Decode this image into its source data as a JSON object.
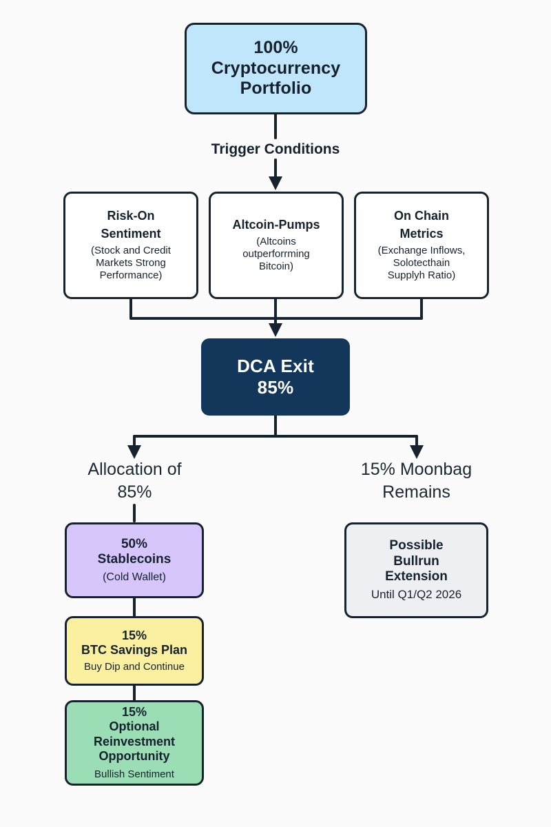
{
  "diagram": {
    "title": "Cryptocurrency Portfolio Exit Strategy Flowchart",
    "background_color": "#fbfbfc",
    "line_color": "#16222e",
    "nodes": {
      "portfolio": {
        "title": "100%\nCryptocurrency\nPortfolio",
        "line1": "100%",
        "line2": "Cryptocurrency",
        "line3": "Portfolio",
        "fill": "#bfe6fb"
      },
      "risk_on": {
        "title_line1": "Risk-On",
        "title_line2": "Sentiment",
        "sub_line1": "(Stock and Credit",
        "sub_line2": "Markets Strong",
        "sub_line3": "Performance)",
        "fill": "#ffffff"
      },
      "altcoin_pumps": {
        "title_line1": "Altcoin-Pumps",
        "sub_line1": "(Altcoins",
        "sub_line2": "outperforrming",
        "sub_line3": "Bitcoin)",
        "fill": "#ffffff"
      },
      "on_chain": {
        "title_line1": "On Chain",
        "title_line2": "Metrics",
        "sub_line1": "(Exchange Inflows,",
        "sub_line2": "Solotecthain",
        "sub_line3": "Supplyh Ratio)",
        "fill": "#ffffff"
      },
      "dca_exit": {
        "line1": "DCA Exit",
        "line2": "85%",
        "fill": "#12375a",
        "text_color": "#ffffff"
      },
      "stablecoins": {
        "title_line1": "50%",
        "title_line2": "Stablecoins",
        "sub_line1": "(Cold Wallet)",
        "fill": "#d6c6fc"
      },
      "btc_savings": {
        "title_line1": "15%",
        "title_line2": "BTC Savings Plan",
        "sub_line1": "Buy Dip and Continue",
        "fill": "#faf0a0"
      },
      "reinvestment": {
        "title_line1": "15%",
        "title_line2": "Optional Reinvestment",
        "title_line3": "Opportunity",
        "sub_line1": "Bullish Sentiment",
        "fill": "#9bddb4"
      },
      "bullrun": {
        "title_line1": "Possible",
        "title_line2": "Bullrun",
        "title_line3": "Extension",
        "sub_line1": "Until Q1/Q2 2026",
        "fill": "#edeff2"
      }
    },
    "edge_labels": {
      "trigger_conditions": "Trigger Conditions"
    },
    "captions": {
      "allocation_line1": "Allocation of",
      "allocation_line2": "85%",
      "moonbag_line1": "15% Moonbag",
      "moonbag_line2": "Remains"
    }
  }
}
